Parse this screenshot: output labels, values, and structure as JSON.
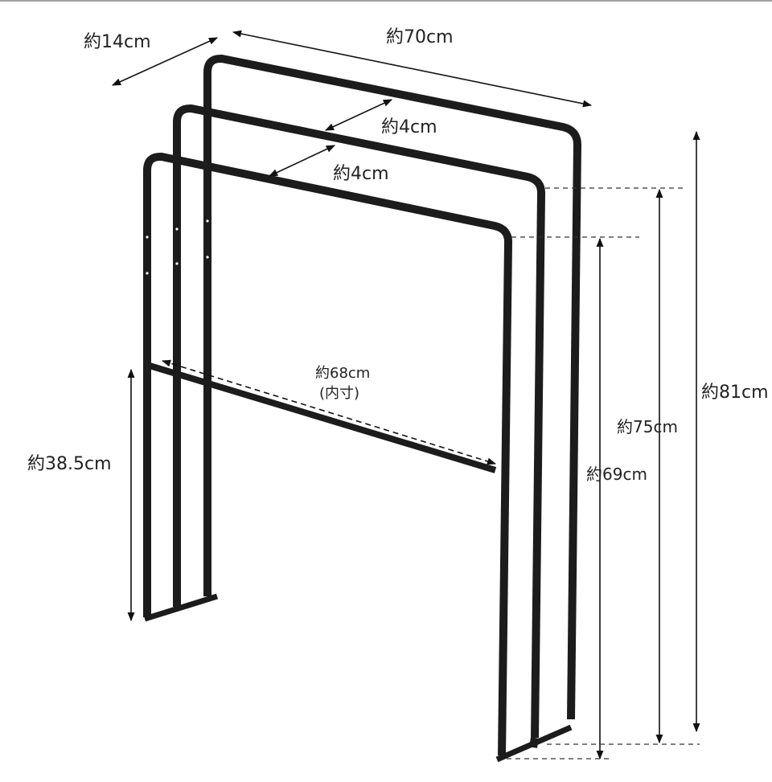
{
  "colors": {
    "frame": "#1c1c1c",
    "arrow": "#111111",
    "text": "#222222",
    "background": "#ffffff"
  },
  "dimensions": {
    "depth": "約14cm",
    "width": "約70cm",
    "gap_front_middle": "約4cm",
    "gap_middle_back": "約4cm",
    "inner_width": "約68cm",
    "inner_width_note": "(内寸)",
    "lower_bar_height": "約38.5cm",
    "middle_bar_height": "約75cm",
    "front_bar_height": "約69cm",
    "total_height": "約81cm"
  }
}
